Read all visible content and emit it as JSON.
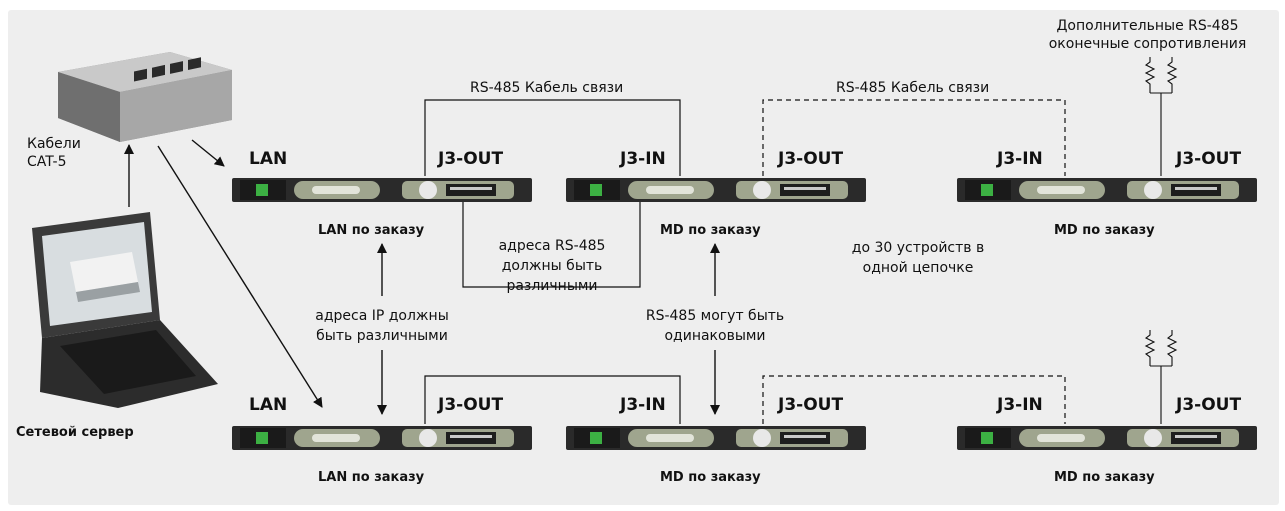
{
  "colors": {
    "background": "#eeeeee",
    "line": "#111111",
    "device": "#2a2a2a",
    "device_panel": "#9fa58e",
    "led": "#3cb043"
  },
  "labels": {
    "cat5": "Кабели CAT-5",
    "server": "Сетевой сервер",
    "rs485_cable_1": "RS-485 Кабель связи",
    "rs485_cable_2": "RS-485 Кабель связи",
    "terminators": "Дополнительные RS-485 оконечные сопротивления",
    "lan_top": "LAN",
    "lan_bottom": "LAN",
    "j3out_top_1": "J3-OUT",
    "j3in_top_2": "J3-IN",
    "j3out_top_2": "J3-OUT",
    "j3in_top_3": "J3-IN",
    "j3out_top_3": "J3-OUT",
    "j3out_bottom_1": "J3-OUT",
    "j3in_bottom_2": "J3-IN",
    "j3out_bottom_2": "J3-OUT",
    "j3in_bottom_3": "J3-IN",
    "j3out_bottom_3": "J3-OUT",
    "lan_order_top": "LAN по заказу",
    "md_order_top_2": "MD по заказу",
    "md_order_top_3": "MD по заказу",
    "lan_order_bottom": "LAN по заказу",
    "md_order_bottom_2": "MD по заказу",
    "md_order_bottom_3": "MD по заказу",
    "rs485_addr": "адреса RS-485 должны быть различными",
    "ip_addr": "адреса IP должны быть различными",
    "rs485_same": "RS-485 могут быть одинаковыми",
    "chain": "до 30 устройств в одной цепочке"
  }
}
